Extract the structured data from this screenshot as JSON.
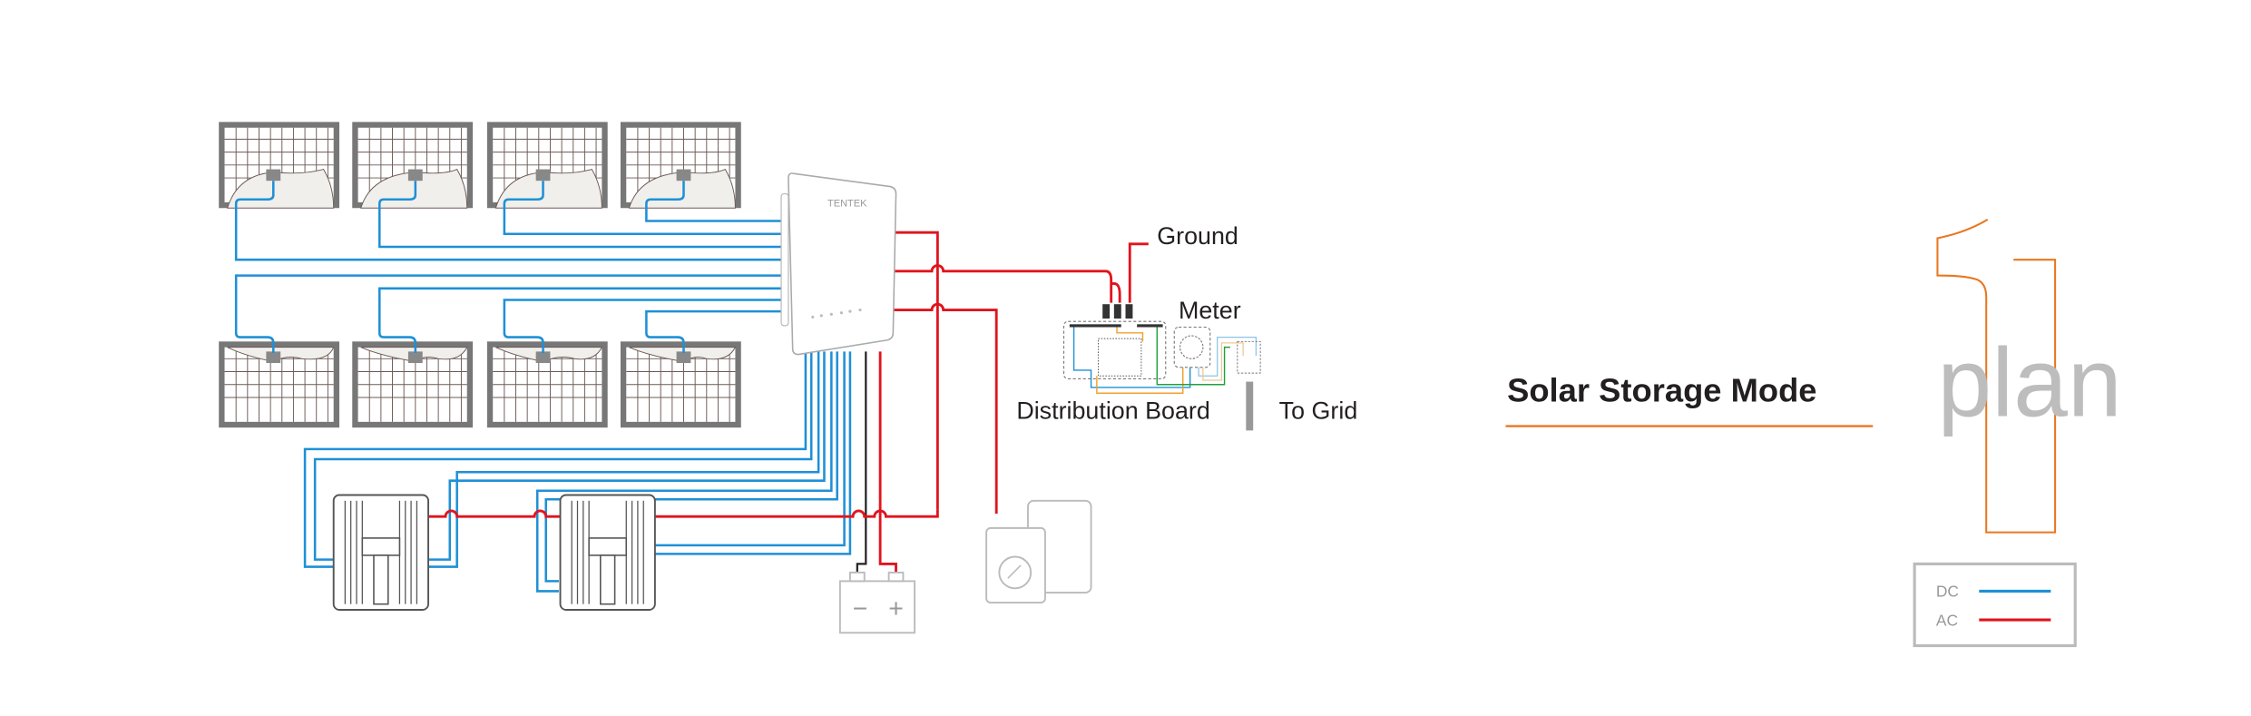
{
  "labels": {
    "ground": "Ground",
    "meter": "Meter",
    "distribution_board": "Distribution Board",
    "to_grid": "To Grid"
  },
  "title": "Solar Storage Mode",
  "plan_number": "1",
  "plan_word": "plan",
  "brand_logo": "TENTEK",
  "legend": {
    "items": [
      {
        "label": "DC",
        "color": "#1e90d6"
      },
      {
        "label": "AC",
        "color": "#e0141e"
      }
    ]
  },
  "battery": {
    "minus": "−",
    "plus": "+"
  },
  "colors": {
    "accent": "#e87722",
    "dc": "#1e90d6",
    "ac": "#e0141e"
  }
}
